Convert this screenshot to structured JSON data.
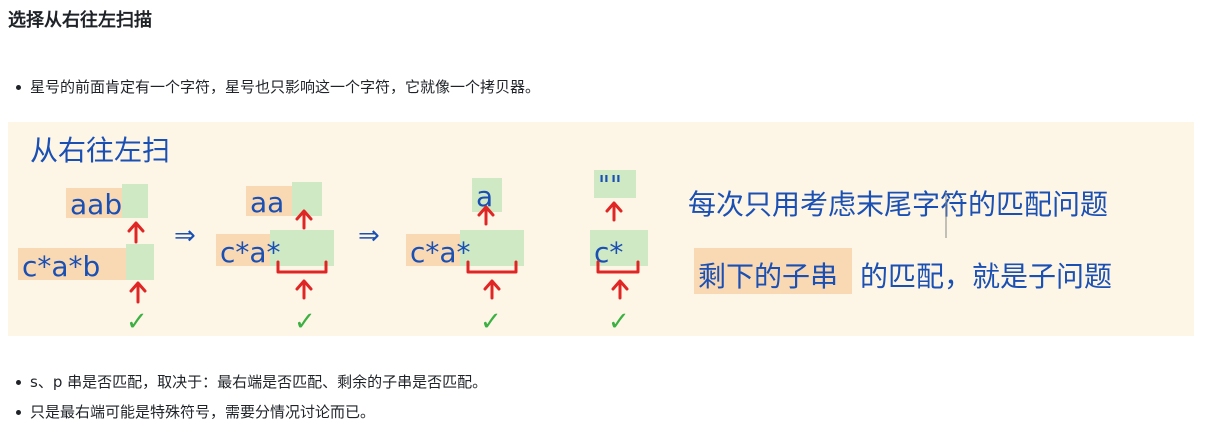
{
  "heading": "选择从右往左扫描",
  "bullets": [
    "星号的前面肯定有一个字符，星号也只影响这一个字符，它就像一个拷贝器。",
    "s、p 串是否匹配，取决于：最右端是否匹配、剩余的子串是否匹配。",
    "只是最右端可能是特殊符号，需要分情况讨论而已。"
  ],
  "figure": {
    "title": "从右往左扫",
    "step1_s": "aab",
    "step1_p": "c*a*b",
    "step2_s": "aa",
    "step2_p": "c*a*",
    "step3_s": "a",
    "step3_p": "c*a*",
    "step4_s": "\"\"",
    "step4_p": "c*",
    "arrow": "⇒",
    "check": "✓",
    "note1": "每次只用考虑末尾字符的匹配问题",
    "note2_highlight": "剩下的子串",
    "note2_rest": "的匹配，就是子问题",
    "colors": {
      "highlight_orange": "#f9d9b3",
      "highlight_green": "#cfe9c4",
      "ink_blue": "#1a4fb3",
      "arrow_red": "#e02525",
      "check_green": "#3cb043"
    }
  }
}
